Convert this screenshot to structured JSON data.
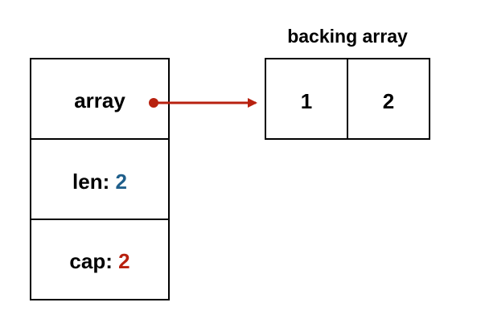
{
  "slice_header": {
    "array_label": "array",
    "len_label": "len: ",
    "len_value": "2",
    "cap_label": "cap: ",
    "cap_value": "2"
  },
  "backing_array": {
    "title": "backing array",
    "cells": [
      "1",
      "2"
    ]
  },
  "colors": {
    "outline": "#000000",
    "len_value": "#1f5f8b",
    "cap_value": "#b8210f",
    "pointer": "#b8210f"
  }
}
